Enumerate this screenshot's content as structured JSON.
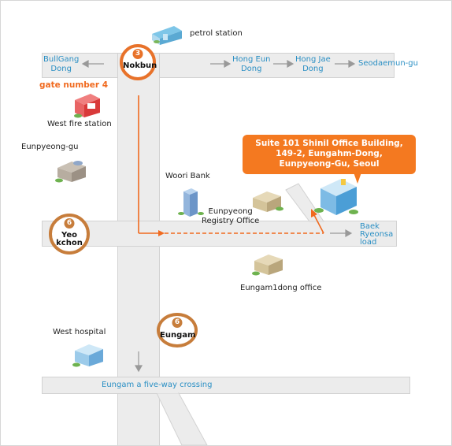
{
  "places": {
    "petrol_station": "petrol station",
    "bullgang_dong": "BullGang\nDong",
    "hong_eun_dong": "Hong Eun\nDong",
    "hong_jae_dong": "Hong Jae\nDong",
    "seodaemun_gu": "Seodaemun-gu",
    "gate_number": "gate number 4",
    "west_fire_station": "West fire station",
    "eunpyeong_gu": "Eunpyeong-gu",
    "woori_bank": "Woori Bank",
    "registry_office": "Eunpyeong\nRegistry Office",
    "baek_ryeonsa_road": "Baek\nRyeonsa\nload",
    "eungam1dong_office": "Eungam1dong office",
    "west_hospital": "West hospital",
    "eungam_crossing": "Eungam a five-way crossing"
  },
  "stations": {
    "nokbun": {
      "number": "3",
      "name": "Nokbun"
    },
    "yeokchon": {
      "number": "6",
      "name": "Yeo\nkchon"
    },
    "eungam": {
      "number": "6",
      "name": "Eungam"
    }
  },
  "destination": "Suite 101 Shinil Office Building,\n149-2, Eungahm-Dong,\nEunpyeong-Gu, Seoul",
  "colors": {
    "route": "#f06a1f",
    "road": "#ececec",
    "line3": "#e8722a",
    "line6": "#c77d3b",
    "link_text": "#2a8fc4",
    "callout": "#f47920"
  }
}
